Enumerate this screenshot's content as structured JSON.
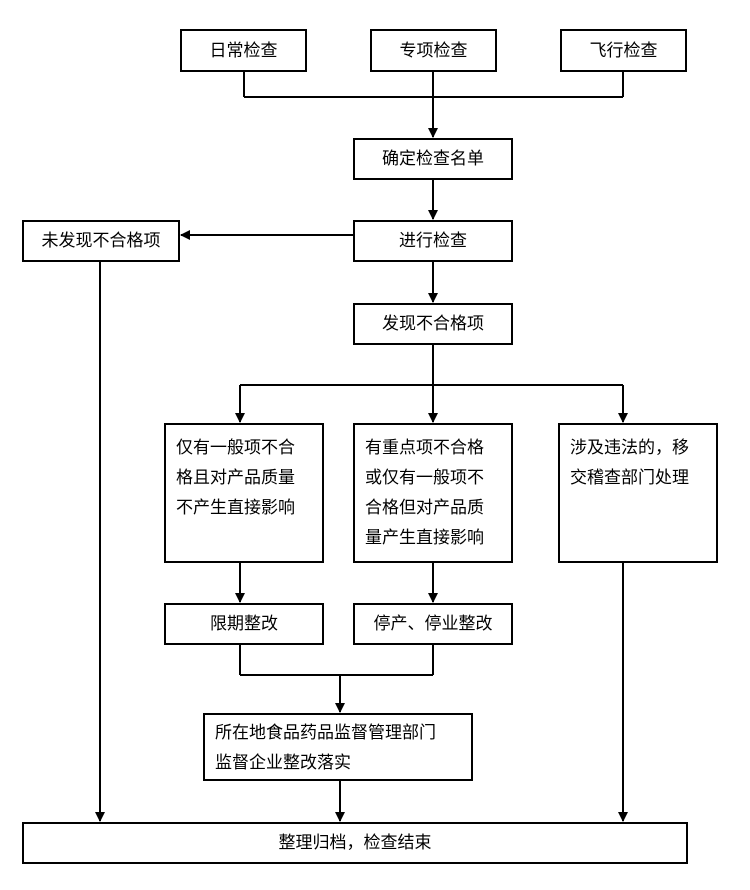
{
  "nodes": {
    "richang": "日常检查",
    "zhuanxiang": "专项检查",
    "feixing": "飞行检查",
    "queding": "确定检查名单",
    "jinxing": "进行检查",
    "weifaxian": "未发现不合格项",
    "faxian": "发现不合格项",
    "yiban": [
      "仅有一般项不合",
      "格且对产品质量",
      "不产生直接影响"
    ],
    "zhongdian": [
      "有重点项不合格",
      "或仅有一般项不",
      "合格但对产品质",
      "量产生直接影响"
    ],
    "weifa": [
      "涉及违法的，移",
      "交稽查部门处理"
    ],
    "xianqi": "限期整改",
    "tingchan": "停产、停业整改",
    "jiandu": [
      "所在地食品药品监督管理部门",
      "监督企业整改落实"
    ],
    "zhengli": "整理归档，检查结束"
  }
}
